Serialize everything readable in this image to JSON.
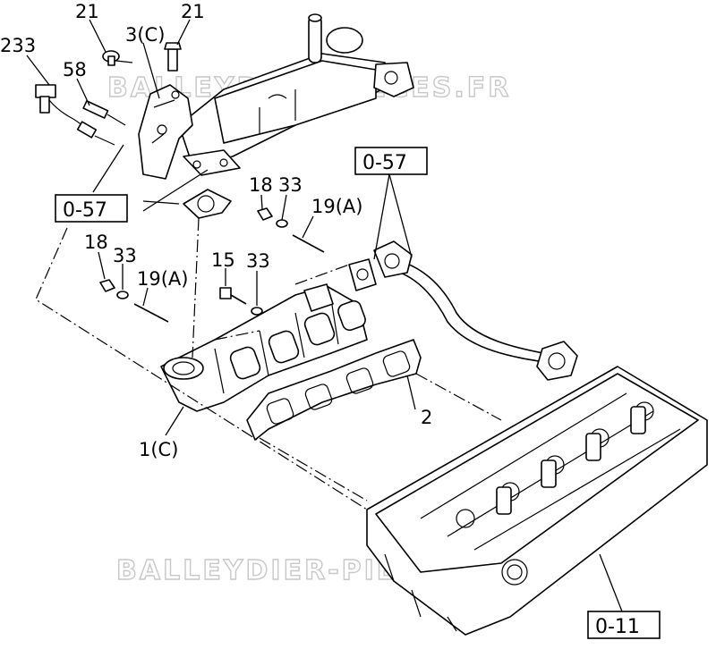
{
  "callouts": {
    "c233": "233",
    "c58": "58",
    "c21a": "21",
    "c3c": "3(C)",
    "c21b": "21",
    "c18a": "18",
    "c33a": "33",
    "c19a": "19(A)",
    "c18b": "18",
    "c33b": "33",
    "c19b": "19(A)",
    "c15": "15",
    "c33c": "33",
    "c2": "2",
    "c1c": "1(C)"
  },
  "ref_boxes": {
    "r057_left": "0-57",
    "r057_right": "0-57",
    "r011": "0-11"
  },
  "watermarks": {
    "top": "BALLEYDIER-PIECES.FR",
    "bottom": "BALLEYDIER-PIECES.FR"
  }
}
